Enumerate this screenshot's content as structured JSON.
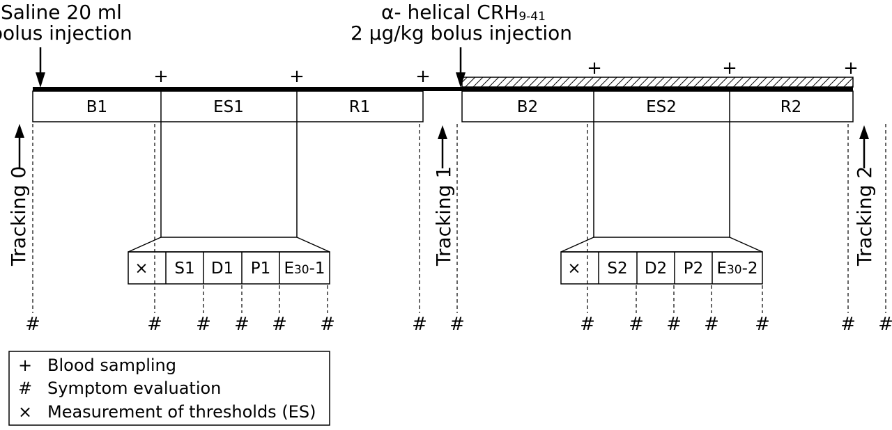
{
  "annotations": {
    "saline_line1": "Saline 20 ml",
    "saline_line2": "bolus injection",
    "crh_prefix": "α- helical CRH",
    "crh_sub": "9-41",
    "crh_line2": "2 μg/kg bolus injection"
  },
  "phases": [
    "B1",
    "ES1",
    "R1",
    "B2",
    "ES2",
    "R2"
  ],
  "session1": {
    "x_label": "×",
    "s": "S1",
    "d": "D1",
    "p": "P1",
    "e_main": "E",
    "e_sub": "30",
    "e_suffix": "-1"
  },
  "session2": {
    "x_label": "×",
    "s": "S2",
    "d": "D2",
    "p": "P2",
    "e_main": "E",
    "e_sub": "30",
    "e_suffix": "-2"
  },
  "tracking": [
    "Tracking 0",
    "Tracking 1",
    "Tracking 2"
  ],
  "markers": {
    "blood": "+",
    "symptom": "#"
  },
  "legend": {
    "blood_symbol": "+",
    "blood_label": "Blood sampling",
    "symptom_symbol": "#",
    "symptom_label": "Symptom evaluation",
    "threshold_symbol": "×",
    "threshold_label": "Measurement of thresholds (ES)"
  }
}
